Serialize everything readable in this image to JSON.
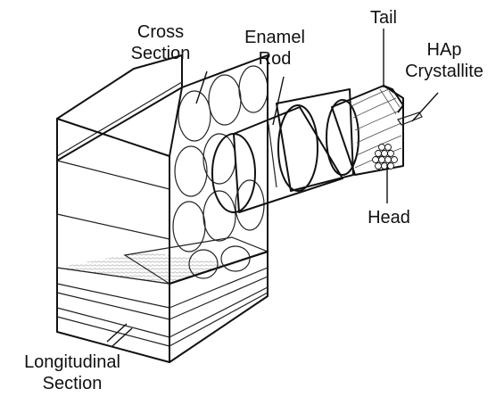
{
  "labels": {
    "cross_section": [
      "Cross",
      "Section"
    ],
    "enamel_rod": [
      "Enamel",
      "Rod"
    ],
    "tail": "Tail",
    "hap_crystallite": [
      "HAp",
      "Crystallite"
    ],
    "head": "Head",
    "longitudinal_section": [
      "Longitudinal",
      "Section"
    ]
  },
  "colors": {
    "ink": "#111111",
    "stipple": "#b9b9b9",
    "background": "#ffffff"
  }
}
